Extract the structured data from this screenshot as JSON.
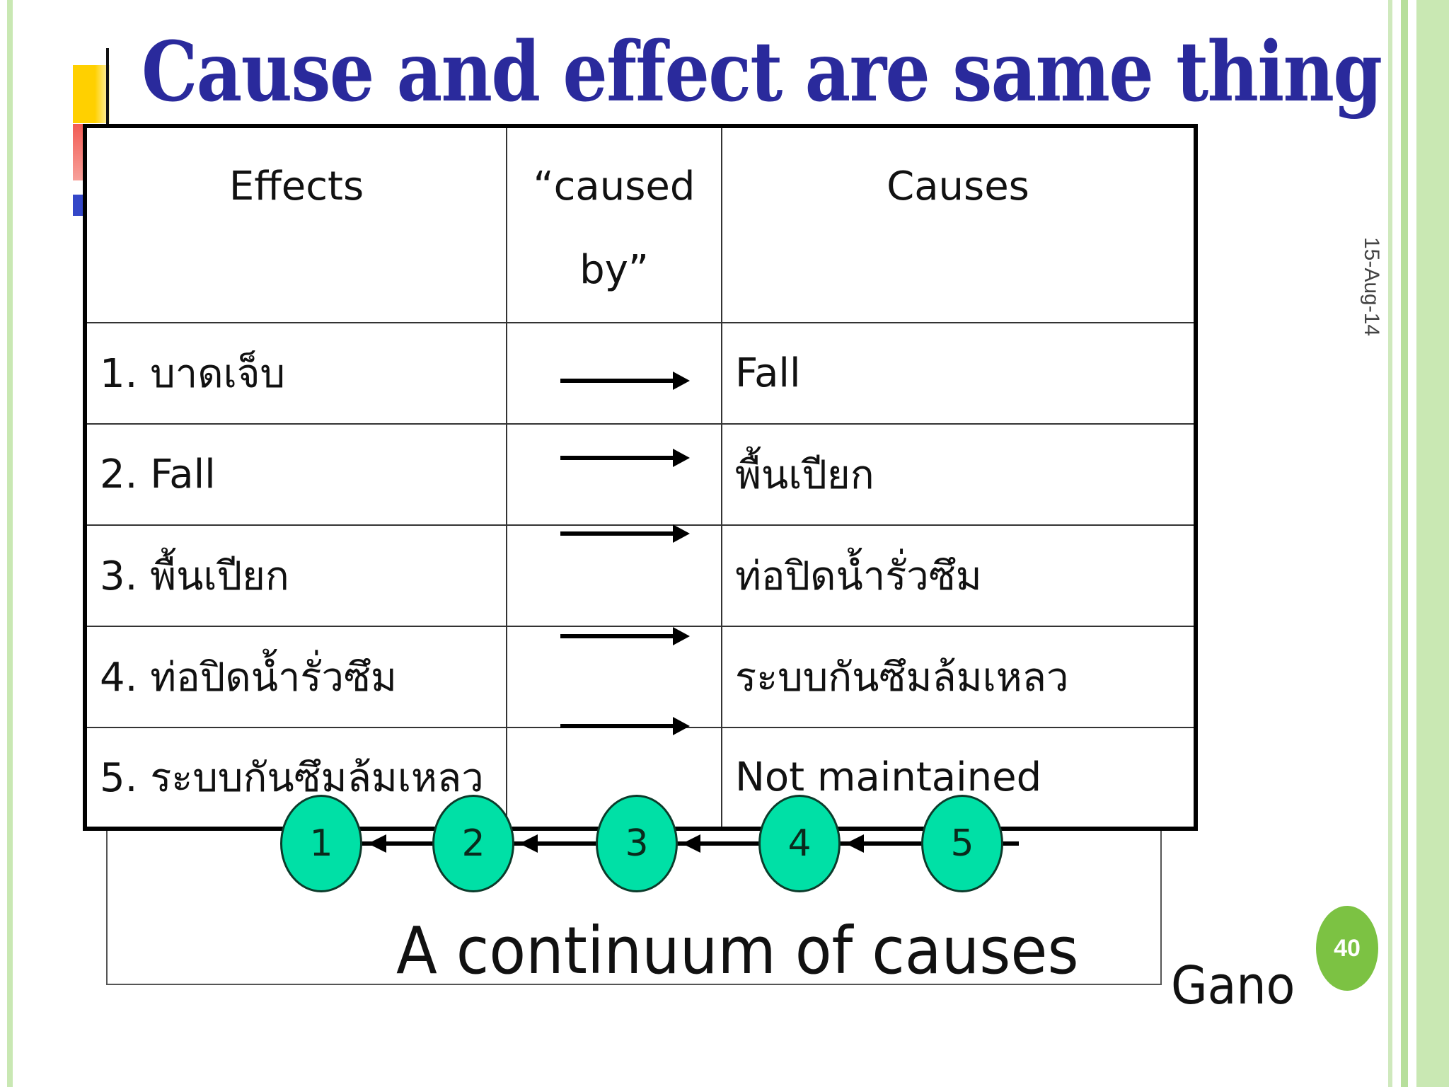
{
  "slide": {
    "title": "Cause and effect are same thing",
    "date": "15-Aug-14",
    "page_number": "40",
    "author": "Gano"
  },
  "table": {
    "headers": {
      "effects": "Effects",
      "caused_by_line1": "“caused",
      "caused_by_line2": "by”",
      "causes": "Causes"
    },
    "rows": [
      {
        "effect": "1. บาดเจ็บ",
        "cause": "Fall"
      },
      {
        "effect": "2. Fall",
        "cause": "พื้นเปียก"
      },
      {
        "effect": "3. พื้นเปียก",
        "cause": "ท่อปิดน้ำรั่วซึม"
      },
      {
        "effect": "4. ท่อปิดน้ำรั่วซึม",
        "cause": "ระบบกันซึมล้มเหลว"
      },
      {
        "effect": "5. ระบบกันซึมล้มเหลว",
        "cause": "Not maintained"
      }
    ]
  },
  "continuum": {
    "nodes": [
      "1",
      "2",
      "3",
      "4",
      "5"
    ],
    "label": "A continuum of causes"
  },
  "colors": {
    "title": "#2a2a9c",
    "node_fill": "#00e0a6",
    "page_badge": "#7cc243",
    "side_stripe": "#c9e8b3"
  }
}
